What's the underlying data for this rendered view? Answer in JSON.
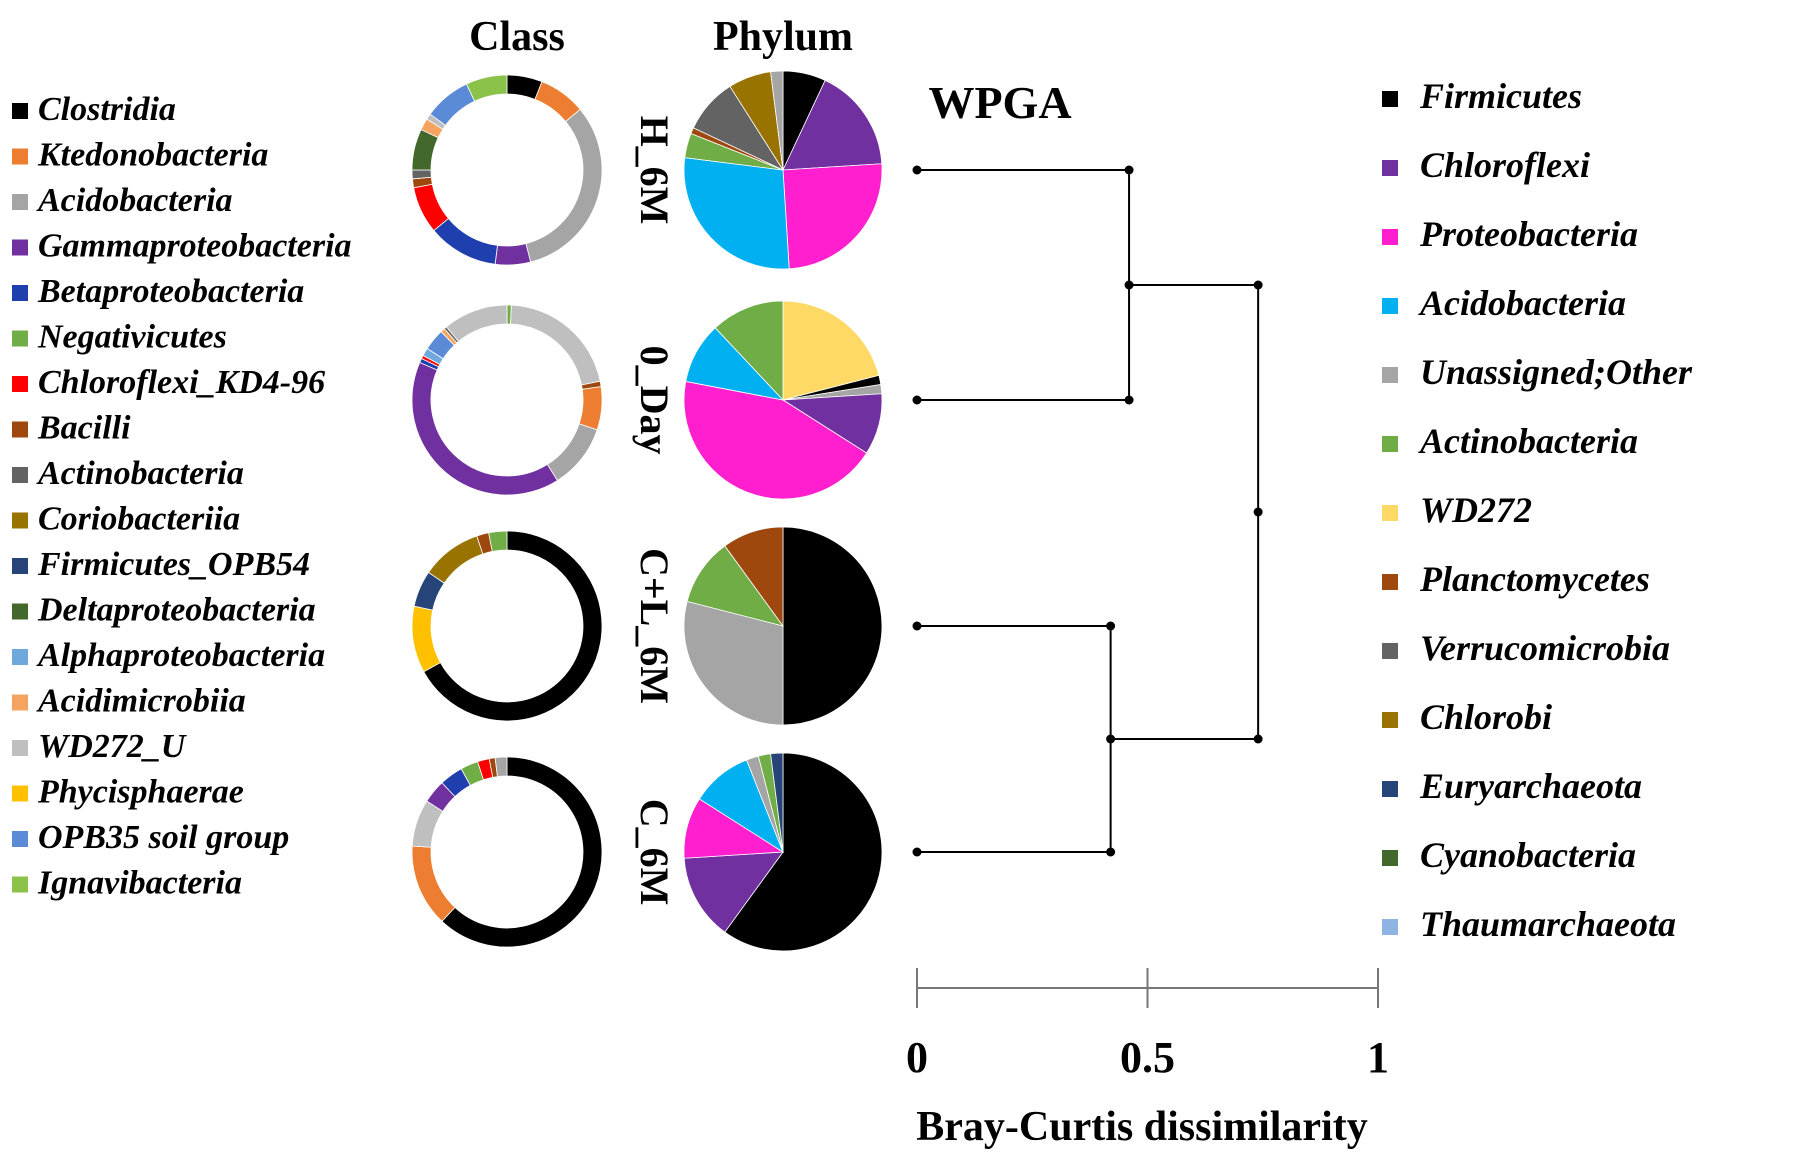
{
  "headers": {
    "class": "Class",
    "phylum": "Phylum",
    "method": "WPGA"
  },
  "axis": {
    "xlabel": "Bray-Curtis dissimilarity",
    "ticks": [
      "0",
      "0.5",
      "1"
    ]
  },
  "class_legend": [
    {
      "name": "Clostridia",
      "color": "#000000"
    },
    {
      "name": "Ktedonobacteria",
      "color": "#ed7d31"
    },
    {
      "name": "Acidobacteria",
      "color": "#a5a5a5"
    },
    {
      "name": "Gammaproteobacteria",
      "color": "#7030a0"
    },
    {
      "name": "Betaproteobacteria",
      "color": "#1f3fae"
    },
    {
      "name": "Negativicutes",
      "color": "#70ad47"
    },
    {
      "name": "Chloroflexi_KD4-96",
      "color": "#ff0000"
    },
    {
      "name": "Bacilli",
      "color": "#9e480e"
    },
    {
      "name": "Actinobacteria",
      "color": "#636363"
    },
    {
      "name": "Coriobacteriia",
      "color": "#997300"
    },
    {
      "name": "Firmicutes_OPB54",
      "color": "#264478"
    },
    {
      "name": "Deltaproteobacteria",
      "color": "#43682b"
    },
    {
      "name": "Alphaproteobacteria",
      "color": "#6fa8dc"
    },
    {
      "name": "Acidimicrobiia",
      "color": "#f4a460"
    },
    {
      "name": "WD272_U",
      "color": "#bfbfbf"
    },
    {
      "name": "Phycisphaerae",
      "color": "#ffc000"
    },
    {
      "name": "OPB35 soil group",
      "color": "#5b8bd6"
    },
    {
      "name": "Ignavibacteria",
      "color": "#8bc34a"
    }
  ],
  "phylum_legend": [
    {
      "name": "Firmicutes",
      "color": "#000000"
    },
    {
      "name": "Chloroflexi",
      "color": "#7030a0"
    },
    {
      "name": "Proteobacteria",
      "color": "#ff1fcf"
    },
    {
      "name": "Acidobacteria",
      "color": "#00b0f0"
    },
    {
      "name": "Unassigned;Other",
      "color": "#a5a5a5"
    },
    {
      "name": "Actinobacteria",
      "color": "#70ad47"
    },
    {
      "name": "WD272",
      "color": "#ffd966"
    },
    {
      "name": "Planctomycetes",
      "color": "#9e480e"
    },
    {
      "name": "Verrucomicrobia",
      "color": "#636363"
    },
    {
      "name": "Chlorobi",
      "color": "#997300"
    },
    {
      "name": "Euryarchaeota",
      "color": "#264478"
    },
    {
      "name": "Cyanobacteria",
      "color": "#43682b"
    },
    {
      "name": "Thaumarchaeota",
      "color": "#8fb4e3"
    }
  ],
  "chart_data": {
    "type": "pie",
    "title": "",
    "xlabel": "Bray-Curtis dissimilarity",
    "xlim": [
      0,
      1
    ],
    "samples": [
      {
        "name": "H_6M",
        "class": [
          {
            "name": "Clostridia",
            "value": 6
          },
          {
            "name": "Ktedonobacteria",
            "value": 8
          },
          {
            "name": "Acidobacteria",
            "value": 32
          },
          {
            "name": "Gammaproteobacteria",
            "value": 6
          },
          {
            "name": "Betaproteobacteria",
            "value": 12
          },
          {
            "name": "Chloroflexi_KD4-96",
            "value": 8
          },
          {
            "name": "Bacilli",
            "value": 1.5
          },
          {
            "name": "Actinobacteria",
            "value": 1.5
          },
          {
            "name": "Deltaproteobacteria",
            "value": 7
          },
          {
            "name": "Acidimicrobiia",
            "value": 2
          },
          {
            "name": "WD272_U",
            "value": 1
          },
          {
            "name": "OPB35 soil group",
            "value": 8
          },
          {
            "name": "Ignavibacteria",
            "value": 7
          }
        ],
        "phylum": [
          {
            "name": "Firmicutes",
            "value": 7
          },
          {
            "name": "Chloroflexi",
            "value": 17
          },
          {
            "name": "Proteobacteria",
            "value": 25
          },
          {
            "name": "Acidobacteria",
            "value": 28
          },
          {
            "name": "Actinobacteria",
            "value": 4
          },
          {
            "name": "Planctomycetes",
            "value": 1
          },
          {
            "name": "Verrucomicrobia",
            "value": 9
          },
          {
            "name": "Chlorobi",
            "value": 7
          },
          {
            "name": "Unassigned;Other",
            "value": 2
          }
        ]
      },
      {
        "name": "0_Day",
        "class": [
          {
            "name": "Negativicutes",
            "value": 0.8
          },
          {
            "name": "WD272_U",
            "value": 23
          },
          {
            "name": "Bacilli",
            "value": 1
          },
          {
            "name": "Ktedonobacteria",
            "value": 8
          },
          {
            "name": "Acidobacteria",
            "value": 12
          },
          {
            "name": "Gammaproteobacteria",
            "value": 44
          },
          {
            "name": "Betaproteobacteria",
            "value": 0.8
          },
          {
            "name": "Chloroflexi_KD4-96",
            "value": 0.6
          },
          {
            "name": "Alphaproteobacteria",
            "value": 1.5
          },
          {
            "name": "OPB35 soil group",
            "value": 4
          },
          {
            "name": "Acidimicrobiia",
            "value": 0.8
          },
          {
            "name": "Actinobacteria",
            "value": 0.5
          },
          {
            "name": "WD272_U",
            "value": 12
          }
        ],
        "phylum": [
          {
            "name": "WD272",
            "value": 21
          },
          {
            "name": "Firmicutes",
            "value": 1.5
          },
          {
            "name": "Unassigned;Other",
            "value": 1.5
          },
          {
            "name": "Chloroflexi",
            "value": 10
          },
          {
            "name": "Proteobacteria",
            "value": 44
          },
          {
            "name": "Acidobacteria",
            "value": 10
          },
          {
            "name": "Actinobacteria",
            "value": 12
          }
        ]
      },
      {
        "name": "C+L_6M",
        "class": [
          {
            "name": "Clostridia",
            "value": 65
          },
          {
            "name": "Phycisphaerae",
            "value": 11
          },
          {
            "name": "Firmicutes_OPB54",
            "value": 6
          },
          {
            "name": "Coriobacteriia",
            "value": 10
          },
          {
            "name": "Bacilli",
            "value": 2
          },
          {
            "name": "Negativicutes",
            "value": 3
          }
        ],
        "phylum": [
          {
            "name": "Firmicutes",
            "value": 50
          },
          {
            "name": "Unassigned;Other",
            "value": 29
          },
          {
            "name": "Actinobacteria",
            "value": 11
          },
          {
            "name": "Planctomycetes",
            "value": 10
          }
        ]
      },
      {
        "name": "C_6M",
        "class": [
          {
            "name": "Clostridia",
            "value": 62
          },
          {
            "name": "Ktedonobacteria",
            "value": 14
          },
          {
            "name": "WD272_U",
            "value": 8
          },
          {
            "name": "Gammaproteobacteria",
            "value": 4
          },
          {
            "name": "Betaproteobacteria",
            "value": 4
          },
          {
            "name": "Negativicutes",
            "value": 3
          },
          {
            "name": "Chloroflexi_KD4-96",
            "value": 2
          },
          {
            "name": "Bacilli",
            "value": 1
          },
          {
            "name": "Acidobacteria",
            "value": 2
          }
        ],
        "phylum": [
          {
            "name": "Firmicutes",
            "value": 60
          },
          {
            "name": "Chloroflexi",
            "value": 14
          },
          {
            "name": "Proteobacteria",
            "value": 10
          },
          {
            "name": "Acidobacteria",
            "value": 10
          },
          {
            "name": "Unassigned;Other",
            "value": 2
          },
          {
            "name": "Actinobacteria",
            "value": 2
          },
          {
            "name": "Euryarchaeota",
            "value": 2
          }
        ]
      }
    ],
    "dendrogram": {
      "merges": [
        {
          "left": "H_6M",
          "right": "0_Day",
          "height": 0.46
        },
        {
          "left": "C+L_6M",
          "right": "C_6M",
          "height": 0.42
        },
        {
          "left": "H_6M+0_Day",
          "right": "C+L_6M+C_6M",
          "height": 0.74
        }
      ]
    }
  }
}
